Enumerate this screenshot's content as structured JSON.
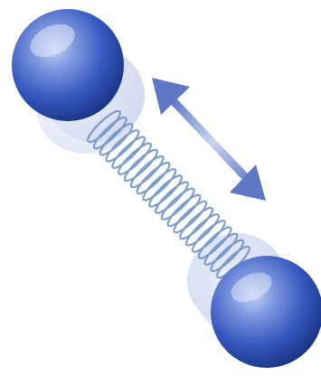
{
  "diagram": {
    "type": "spring-oscillator-illustration",
    "elements": [
      "ball-top-left",
      "spring",
      "ball-bottom-right",
      "double-arrow"
    ],
    "colors": {
      "ball_highlight": "#b9c8f0",
      "ball_mid": "#3f63c8",
      "ball_dark": "#142d78",
      "spring": "#6f93c6",
      "arrow": "#6e84c8",
      "background": "#ffffff"
    }
  }
}
